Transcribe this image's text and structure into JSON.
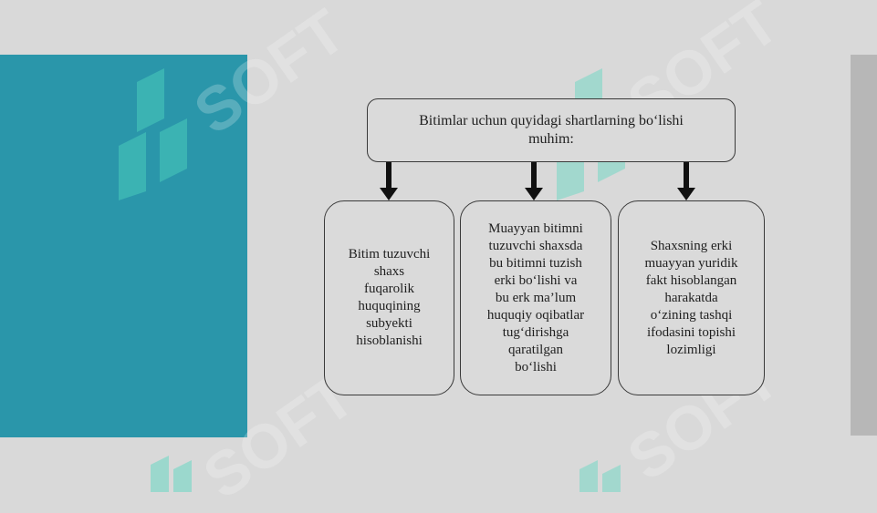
{
  "diagram": {
    "title": "Bitimlar uchun quyidagi shartlarning bo‘lishi\nmuhim:",
    "boxes": [
      "Bitim tuzuvchi\nshaxs\nfuqarolik\nhuquqining\nsubyekti\nhisoblanishi",
      "Muayyan bitimni\ntuzuvchi shaxsda\nbu bitimni tuzish\nerki bo‘lishi va\nbu erk ma’lum\nhuquqiy oqibatlar\ntug‘dirishga\nqaratilgan\nbo‘lishi",
      "Shaxsning erki\nmuayyan yuridik\nfakt hisoblangan\nharakatda\no‘zining tashqi\nifodasini topishi\nlozimligi"
    ]
  },
  "watermark": {
    "text": "SOFT"
  },
  "colors": {
    "background": "#d9d9d9",
    "panel": "#2a96aa",
    "side_bar": "#b7b7b7",
    "border": "#3a3a3a",
    "arrow": "#111111"
  }
}
